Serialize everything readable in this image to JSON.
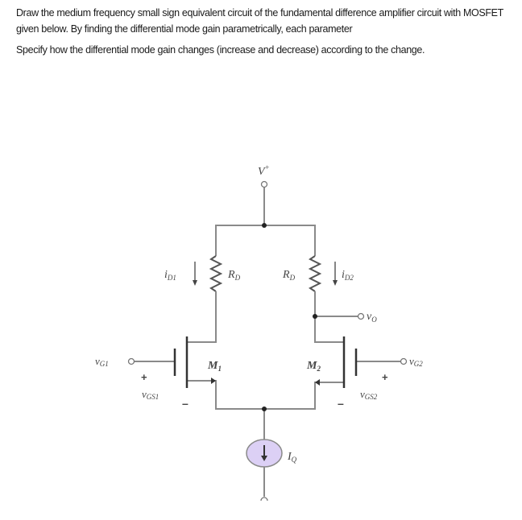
{
  "question": {
    "paragraph1": "Draw the medium frequency small sign equivalent circuit of the fundamental difference amplifier circuit with MOSFET given below. By finding the differential mode gain parametrically, each parameter",
    "paragraph2": "Specify how the differential mode gain changes (increase and decrease) according to the change."
  },
  "circuit": {
    "supply_label": "V",
    "supply_sup": "+",
    "left_resistor_label": "R",
    "left_resistor_sub": "D",
    "right_resistor_label": "R",
    "right_resistor_sub": "D",
    "left_current_label": "i",
    "left_current_sub": "D1",
    "right_current_label": "i",
    "right_current_sub": "D2",
    "output_label": "v",
    "output_sub": "O",
    "m1_label": "M",
    "m1_sub": "1",
    "m2_label": "M",
    "m2_sub": "2",
    "vg1_label": "v",
    "vg1_sub": "G1",
    "vg2_label": "v",
    "vg2_sub": "G2",
    "vgs1_label": "v",
    "vgs1_sub": "GS1",
    "vgs2_label": "v",
    "vgs2_sub": "GS2",
    "plus": "+",
    "minus": "–",
    "current_source_label": "I",
    "current_source_sub": "Q",
    "wire_color": "#8a8a8a",
    "current_source_fill": "#dcd0f5"
  }
}
